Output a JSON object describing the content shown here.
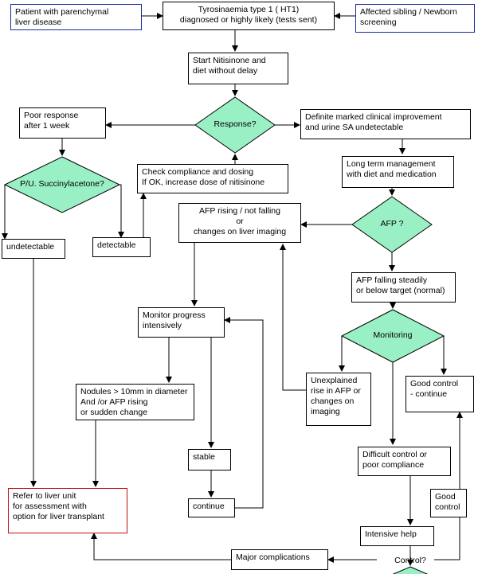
{
  "flowchart": {
    "patient_liver": "Patient with parenchymal\nliver disease",
    "diagnosis": "Tyrosinaemia type 1 ( HT1)\ndiagnosed or highly likely (tests  sent)",
    "sibling": "Affected sibling / Newborn\nscreening",
    "start": "Start Nitisinone and\ndiet without delay",
    "response": "Response?",
    "poor_response": "Poor response\nafter 1 week",
    "improvement": "Definite marked clinical improvement\nand urine SA undetectable",
    "succinyl": "P/U. Succinylacetone?",
    "check_compliance": "Check compliance and dosing\nIf OK, increase dose of nitisinone",
    "long_term": "Long term management\nwith diet and medication",
    "afp_rising": "AFP rising / not falling\nor\nchanges on liver imaging",
    "afp_q": "AFP ?",
    "undetectable": "undetectable",
    "detectable": "detectable",
    "afp_falling": "AFP falling steadily\nor below target (normal)",
    "monitor_progress": "Monitor progress\nintensively",
    "monitoring": "Monitoring",
    "unexplained": "Unexplained\nrise in AFP or\nchanges on\nimaging",
    "good_continue": "Good control\n- continue",
    "nodules": "Nodules > 10mm in diameter\nAnd /or AFP rising\nor sudden change",
    "stable": "stable",
    "continue": "continue",
    "difficult": "Difficult  control or\npoor compliance",
    "refer": "Refer to liver unit\nfor assessment with\noption for liver transplant",
    "good_control": "Good\ncontrol",
    "intensive_help": "Intensive help",
    "major": "Major complications",
    "control_q": "Control?"
  },
  "colors": {
    "diamond_fill": "#99f0c4",
    "blue_border": "#1a2a9c",
    "red_border": "#c01010"
  }
}
